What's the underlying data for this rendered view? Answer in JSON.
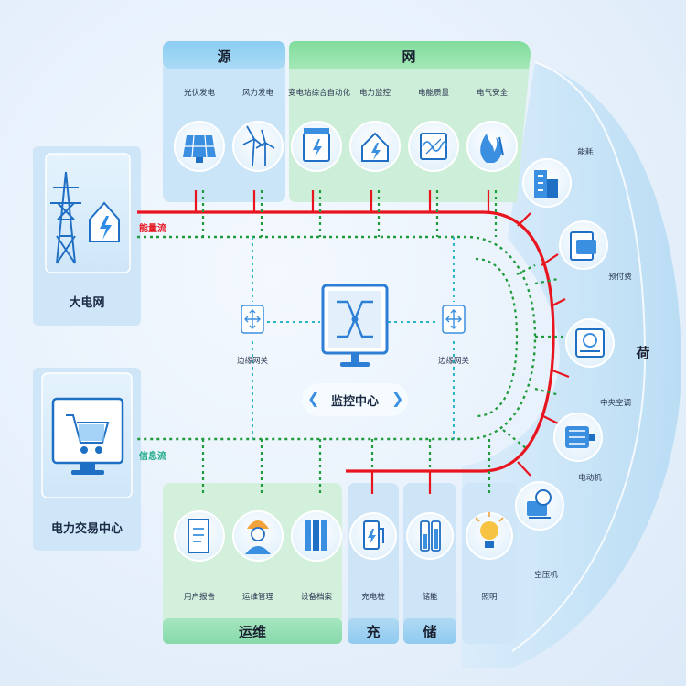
{
  "source": {
    "header": "源",
    "items": [
      "光伏发电",
      "风力发电"
    ]
  },
  "network": {
    "header": "网",
    "items": [
      "变电站综合自动化",
      "电力监控",
      "电能质量",
      "电气安全"
    ]
  },
  "load": {
    "header": "荷",
    "items": [
      "能耗",
      "预付费",
      "中央空调",
      "电动机",
      "空压机"
    ]
  },
  "grid": {
    "label": "大电网"
  },
  "trade": {
    "label": "电力交易中心"
  },
  "flows": {
    "energy": "能量流",
    "info": "信息流"
  },
  "monitor": {
    "label": "监控中心",
    "left_arrow": "❮",
    "right_arrow": "❯"
  },
  "gateways": [
    "边缘网关",
    "边缘网关"
  ],
  "ops": {
    "header": "运维",
    "items": [
      "用户报告",
      "运维管理",
      "设备档案"
    ]
  },
  "charge": {
    "header": "充",
    "item": "充电桩"
  },
  "storage": {
    "header": "储",
    "item": "储能"
  },
  "lighting": {
    "item": "照明"
  },
  "colors": {
    "energy_line": "#e8141e",
    "info_line": "#1f9a3c",
    "gateway_link": "#2bb7c9",
    "source_panel": "#b9dcf4",
    "network_panel": "#bdeacb",
    "ops_panel": "#c3ebd4",
    "accent_blue": "#3a8fe0"
  }
}
